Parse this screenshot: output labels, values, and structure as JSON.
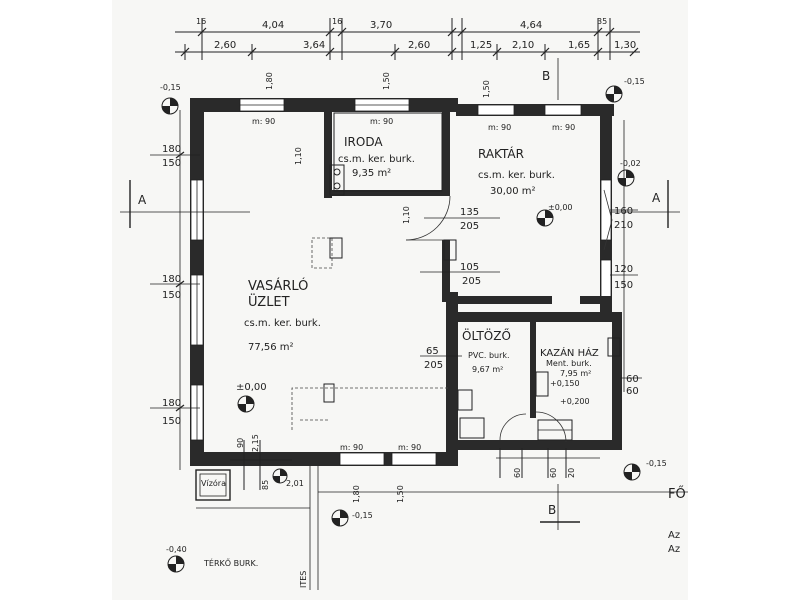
{
  "dimensions": {
    "top_row1": [
      "4,04",
      "3,70",
      "4,64"
    ],
    "top_row2": [
      "2,60",
      "3,64",
      "2,60",
      "1,25",
      "2,10",
      "1,65",
      "1,30"
    ],
    "top_small": [
      "16",
      "16",
      "35"
    ],
    "left": [
      {
        "a": "180",
        "b": "150"
      },
      {
        "a": "180",
        "b": "150"
      },
      {
        "a": "180",
        "b": "150"
      }
    ],
    "right": [
      {
        "a": "160",
        "b": "210"
      },
      {
        "a": "120",
        "b": "150"
      },
      {
        "a": "60",
        "b": "60"
      }
    ],
    "interior": {
      "d135_205": {
        "a": "135",
        "b": "205"
      },
      "d105_205": {
        "a": "105",
        "b": "205"
      },
      "d65_205": {
        "a": "65",
        "b": "205"
      }
    }
  },
  "levels": {
    "tl": "-0,15",
    "tr": "-0,15",
    "right_mid": "-0,02",
    "raktar": "±0,00",
    "shop": "±0,00",
    "kazan_150": "+0,150",
    "kazan_200": "+0,200",
    "bottom_right": "-0,15",
    "bottom_mid": "-0,15",
    "bottom_left": "-0,40"
  },
  "section_marks": {
    "a_left": "A",
    "a_right": "A",
    "b_top": "B",
    "b_bottom": "B"
  },
  "windows": [
    "m: 90",
    "m: 90",
    "m: 90",
    "m: 90",
    "m: 90",
    "m: 90"
  ],
  "rooms": {
    "iroda": {
      "name": "IRODA",
      "finish": "cs.m. ker. burk.",
      "area": "9,35 m²"
    },
    "raktar": {
      "name": "RAKTÁR",
      "finish": "cs.m. ker. burk.",
      "area": "30,00 m²"
    },
    "uzlet": {
      "name1": "VASÁRLÓ",
      "name2": "ÜZLET",
      "finish": "cs.m. ker. burk.",
      "area": "77,56 m²"
    },
    "oltozo": {
      "name": "ÖLTÖZŐ",
      "finish": "PVC. burk.",
      "area": "9,67 m²"
    },
    "kazan": {
      "name": "KAZÁN HÁZ",
      "finish": "Ment. burk.",
      "area": "7,95 m²"
    }
  },
  "door_marks": {
    "e1": "1,80",
    "e2": "1,50",
    "e3": "1,10",
    "e4": "1,50",
    "e5": "1,80",
    "e6": "1,10",
    "e7": "1,50"
  },
  "labels": {
    "vizora": "Vízóra",
    "terko": "TÉRKŐ BURK.",
    "fo": "FŐ",
    "az1": "Az",
    "az2": "Az",
    "ites": "ITES"
  },
  "ticks": {
    "t90": "90",
    "t201": "2,01",
    "t60a": "60",
    "t60b": "60",
    "t20": "20",
    "t85": "85",
    "t215": "2,15"
  }
}
